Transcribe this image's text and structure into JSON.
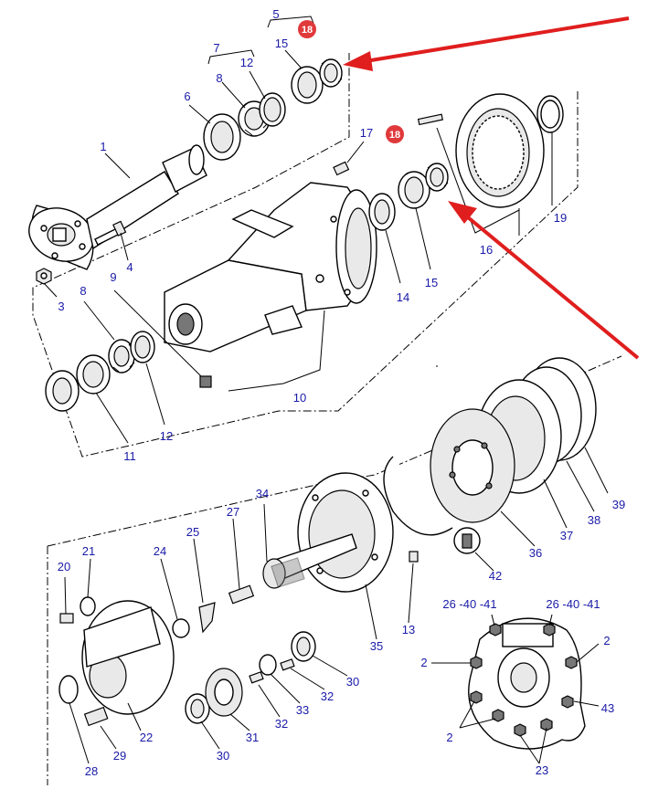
{
  "colors": {
    "callout_number": "#1a1aa8",
    "highlight_badge": "#e0393b",
    "arrow": "#e01e1e",
    "line": "#000000"
  },
  "labels": {
    "l1": "1",
    "l2a": "2",
    "l2b": "2",
    "l2c": "2",
    "l3": "3",
    "l4": "4",
    "l5": "5",
    "l6": "6",
    "l7": "7",
    "l8a": "8",
    "l8b": "8",
    "l9": "9",
    "l10": "10",
    "l11": "11",
    "l12a": "12",
    "l12b": "12",
    "l13": "13",
    "l14": "14",
    "l15a": "15",
    "l15b": "15",
    "l16": "16",
    "l17": "17",
    "l19": "19",
    "l20": "20",
    "l21": "21",
    "l22": "22",
    "l23": "23",
    "l24": "24",
    "l25": "25",
    "l26a": "26 -40 -41",
    "l26b": "26 -40 -41",
    "l27": "27",
    "l28": "28",
    "l29": "29",
    "l30a": "30",
    "l30b": "30",
    "l31": "31",
    "l32a": "32",
    "l32b": "32",
    "l33": "33",
    "l34": "34",
    "l35": "35",
    "l36": "36",
    "l37": "37",
    "l38": "38",
    "l39": "39",
    "l42": "42",
    "l43": "43"
  },
  "highlights": {
    "h1": "18",
    "h2": "18"
  }
}
